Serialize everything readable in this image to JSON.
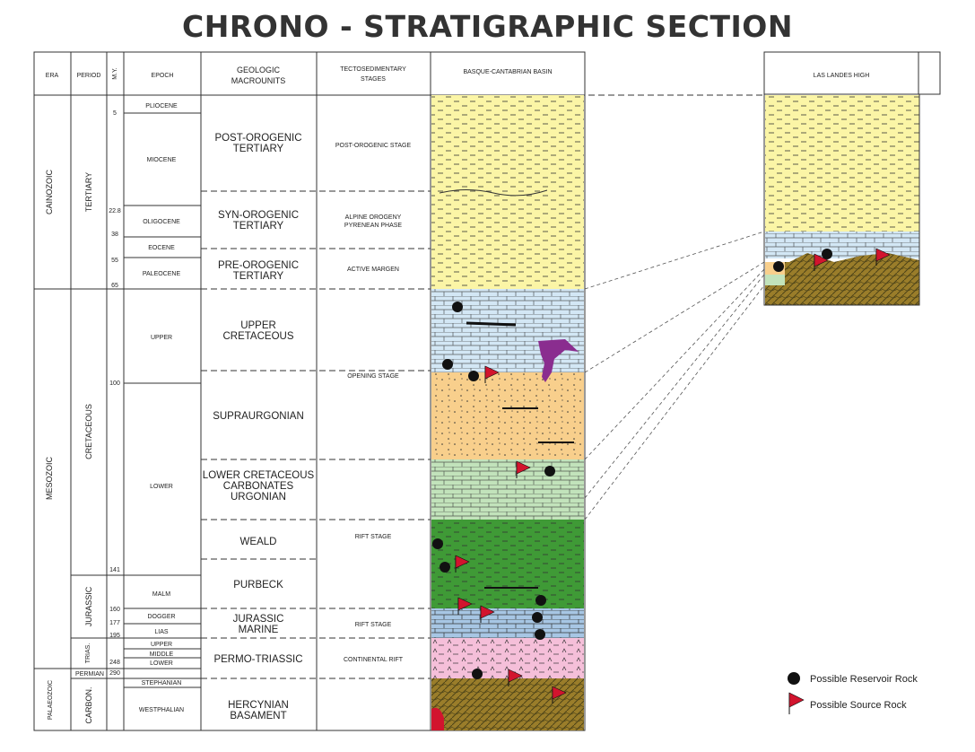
{
  "title": "CHRONO - STRATIGRAPHIC SECTION",
  "headers": {
    "era": "ERA",
    "period": "PERIOD",
    "my": "M.Y.",
    "epoch": "EPOCH",
    "macrounits": [
      "GEOLOGIC",
      "MACROUNITS"
    ],
    "stages": [
      "TECTOSEDIMENTARY",
      "STAGES"
    ],
    "basin": "BASQUE-CANTABRIAN BASIN",
    "high": "LAS LANDES HIGH"
  },
  "eras": [
    "CAINOZOIC",
    "MESOZOIC",
    "PALAEOZOIC"
  ],
  "periods": [
    "TERTIARY",
    "CRETACEOUS",
    "JURASSIC",
    "TRIAS.",
    "PERMIAN",
    "CARBON."
  ],
  "my_ticks": [
    "5",
    "22.8",
    "38",
    "55",
    "65",
    "100",
    "141",
    "160",
    "177",
    "195",
    "248",
    "290"
  ],
  "epochs": [
    "PLIOCENE",
    "MIOCENE",
    "OLIGOCENE",
    "EOCENE",
    "PALEOCENE",
    "UPPER",
    "LOWER",
    "MALM",
    "DOGGER",
    "LIAS",
    "UPPER",
    "MIDDLE",
    "LOWER",
    "STEPHANIAN",
    "WESTPHALIAN"
  ],
  "macrounits": [
    [
      "POST-OROGENIC",
      "TERTIARY"
    ],
    [
      "SYN-OROGENIC",
      "TERTIARY"
    ],
    [
      "PRE-OROGENIC",
      "TERTIARY"
    ],
    [
      "UPPER",
      "CRETACEOUS"
    ],
    [
      "SUPRAURGONIAN"
    ],
    [
      "LOWER CRETACEOUS",
      "CARBONATES",
      "URGONIAN"
    ],
    [
      "WEALD"
    ],
    [
      "PURBECK"
    ],
    [
      "JURASSIC",
      "MARINE"
    ],
    [
      "PERMO-TRIASSIC"
    ],
    [
      "HERCYNIAN",
      "BASAMENT"
    ]
  ],
  "stages": [
    [
      "POST-OROGENIC STAGE"
    ],
    [
      "ALPINE OROGENY",
      "PYRENEAN PHASE"
    ],
    [
      "ACTIVE MARGEN"
    ],
    [
      "OPENING STAGE"
    ],
    [
      "RIFT STAGE"
    ],
    [
      "RIFT STAGE"
    ],
    [
      "CONTINENTAL RIFT"
    ]
  ],
  "legend": {
    "reservoir": "Possible Reservoir Rock",
    "source": "Possible Source Rock"
  },
  "colors": {
    "tertiary_fill": "#fbf5a6",
    "upper_cret_fill": "#d3e7f5",
    "supra_fill": "#f8cf8c",
    "urgonian_fill": "#c2e3bb",
    "weald_fill": "#3f9a36",
    "jurassic_fill": "#a7c6e4",
    "permotrias_fill": "#f5bfd9",
    "basement_fill": "#9a7d2a",
    "source_flag": "#d2142e",
    "intrusion": "#8a2d8f"
  }
}
